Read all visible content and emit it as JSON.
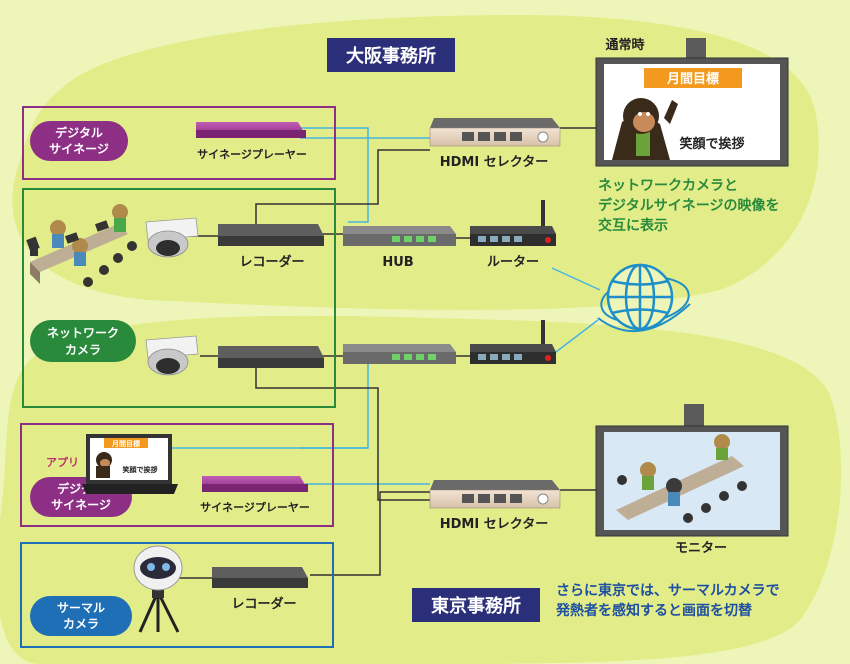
{
  "osaka": {
    "title": "大阪事務所",
    "signage_player_label": "サイネージプレーヤー",
    "recorder_label": "レコーダー",
    "hub_label": "HUB",
    "router_label": "ルーター",
    "hdmi_selector_label": "HDMI セレクター",
    "badge_signage": [
      "デジタル",
      "サイネージ"
    ],
    "badge_network_camera": [
      "ネットワーク",
      "カメラ"
    ],
    "display": {
      "caption": "通常時",
      "goal_text": "月間目標",
      "greeting_text": "笑顔で挨拶"
    },
    "note": [
      "ネットワークカメラと",
      "デジタルサイネージの映像を",
      "交互に表示"
    ]
  },
  "tokyo": {
    "title": "東京事務所",
    "app_label": "アプリ",
    "app_screen_goal": "月間目標",
    "app_screen_greeting": "笑顔で挨拶",
    "signage_player_label": "サイネージプレーヤー",
    "recorder_label": "レコーダー",
    "hdmi_selector_label": "HDMI セレクター",
    "monitor_label": "モニター",
    "badge_signage": [
      "デジタル",
      "サイネージ"
    ],
    "badge_thermal": [
      "サーマル",
      "カメラ"
    ],
    "note": [
      "さらに東京では、サーマルカメラで",
      "発熱者を感知すると画面を切替"
    ]
  },
  "colors": {
    "background": "#eef5b8",
    "office_area": "#e2ed8a",
    "title_box": "#2b2f7a",
    "signage_purple": "#8e2f86",
    "camera_green": "#2a8a3c",
    "thermal_blue": "#1e6fb5",
    "note_green": "#2a8a3c",
    "note_blue": "#1e4fa0",
    "cable_cyan": "#47b4e0",
    "cable_dark": "#333333",
    "goal_orange": "#f39a1e"
  }
}
